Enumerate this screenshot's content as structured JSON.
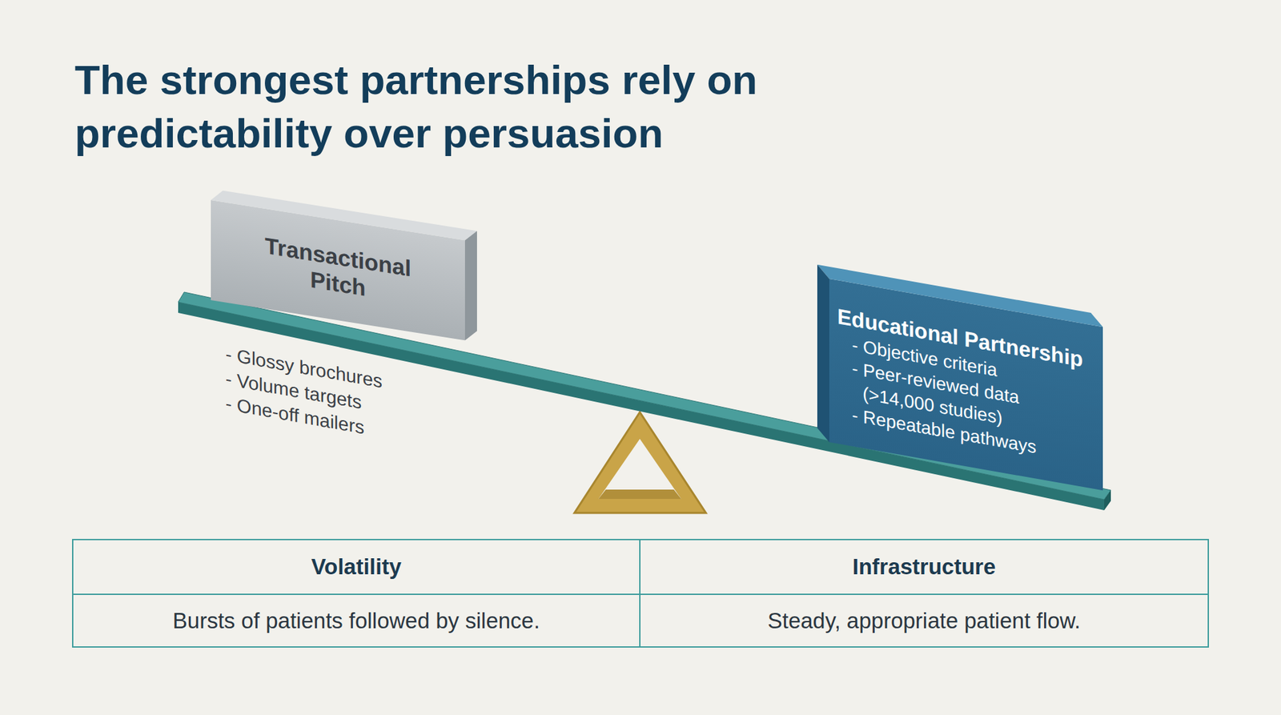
{
  "diagram": {
    "title": "The strongest partnerships rely on predictability over persuasion",
    "nodes": [
      {
        "text": [
          "Transactional Pitch"
        ]
      },
      {
        "text": [
          "Educational Partnership",
          "- Objective criteria",
          "- Peer-reviewed data (>14,000 studies)",
          "- Repeatable pathways"
        ]
      }
    ],
    "labels": [
      "- Glossy brochures",
      "- Volume targets",
      "- One-off mailers",
      "Volatility",
      "Infrastructure",
      "Bursts of patients followed by silence.",
      "Steady, appropriate patient flow."
    ]
  }
}
